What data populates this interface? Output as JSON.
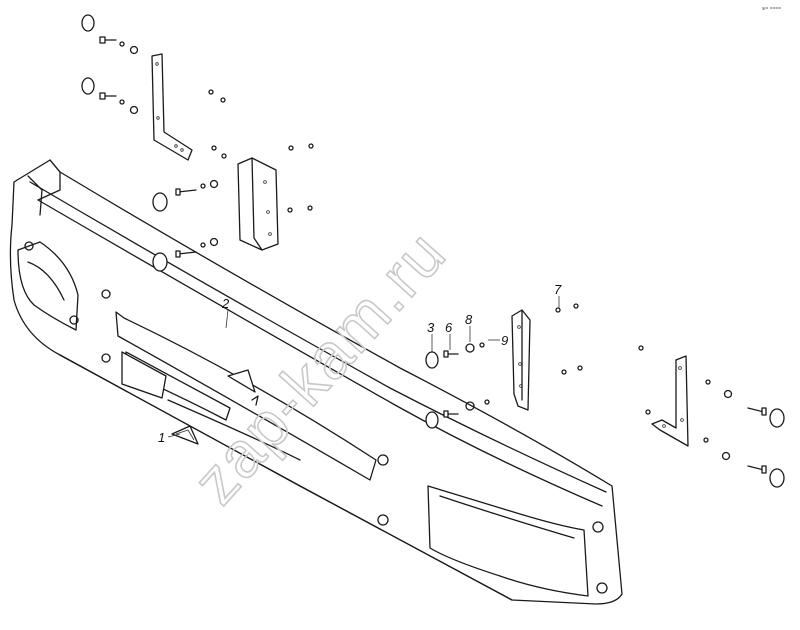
{
  "diagram": {
    "watermark": "zap-kam.ru",
    "corner_code": "ж= ====",
    "part_numbers": [
      "1",
      "2",
      "3",
      "6",
      "7",
      "8",
      "9"
    ]
  }
}
